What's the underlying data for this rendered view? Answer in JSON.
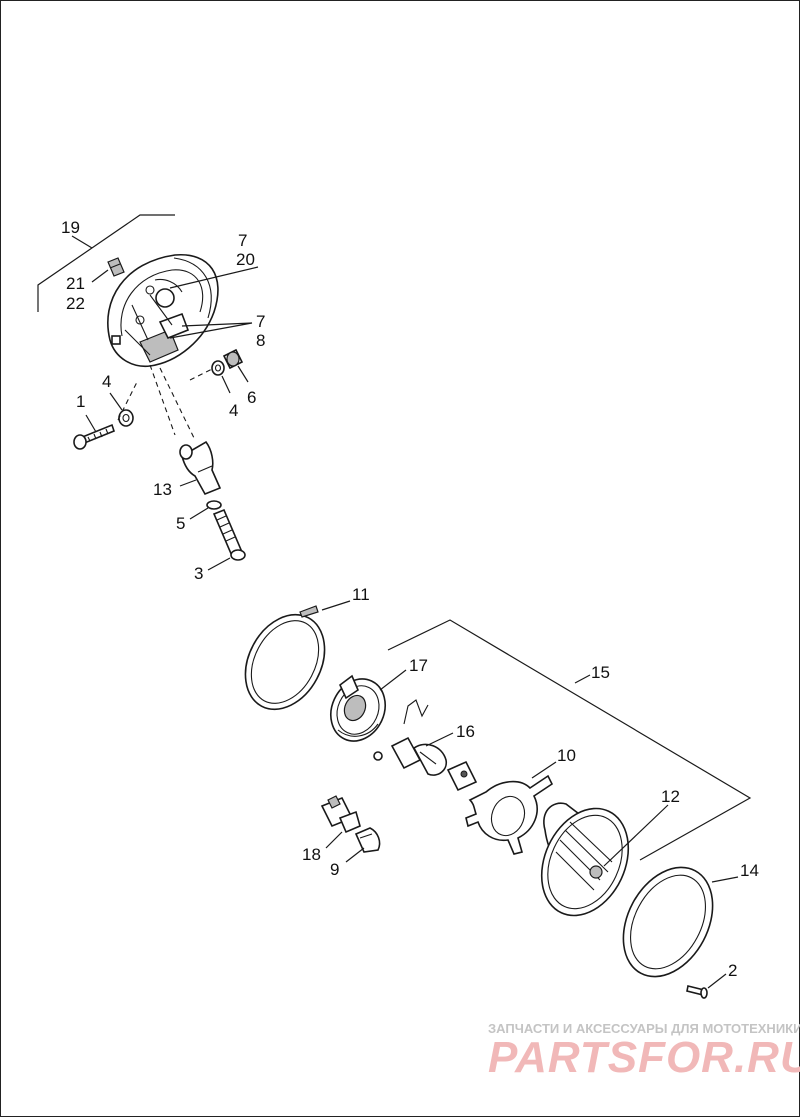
{
  "diagram": {
    "callouts": {
      "c1": "1",
      "c2": "2",
      "c3": "3",
      "c4a": "4",
      "c4b": "4",
      "c5": "5",
      "c6": "6",
      "c7a": "7",
      "c7b": "7",
      "c8": "8",
      "c9": "9",
      "c10": "10",
      "c11": "11",
      "c12": "12",
      "c13": "13",
      "c14": "14",
      "c15": "15",
      "c16": "16",
      "c17": "17",
      "c18": "18",
      "c19": "19",
      "c20": "20",
      "c21": "21",
      "c22": "22"
    }
  },
  "watermark": {
    "tagline": "ЗАПЧАСТИ И АКСЕССУАРЫ ДЛЯ МОТОТЕХНИКИ",
    "logo": "PARTSFOR.RU"
  }
}
